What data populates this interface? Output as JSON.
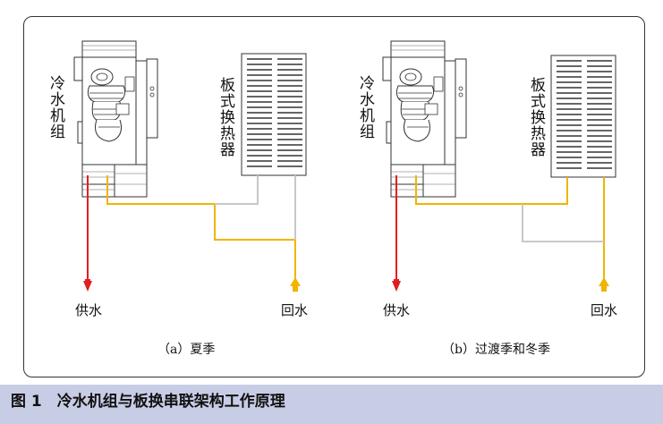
{
  "panel_a": {
    "chiller_label": "冷水机组",
    "hx_label": "板式换热器",
    "supply_label": "供水",
    "return_label": "回水",
    "caption": "（a）夏季"
  },
  "panel_b": {
    "chiller_label": "冷水机组",
    "hx_label": "板式换热器",
    "supply_label": "供水",
    "return_label": "回水",
    "caption": "（b）过渡季和冬季"
  },
  "figure": {
    "title": "图 1　冷水机组与板换串联架构工作原理"
  },
  "colors": {
    "supply_pipe": "#e02020",
    "return_pipe": "#f0b400",
    "bypass_pipe": "#c8c8c8",
    "caption_bar": "#c8cde6"
  }
}
